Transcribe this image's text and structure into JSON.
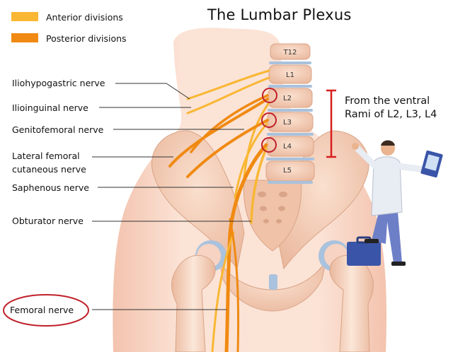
{
  "title": "The Lumbar Plexus",
  "legend": [
    {
      "label": "Anterior divisions",
      "color": "#f9b733"
    },
    {
      "label": "Posterior divisions",
      "color": "#f08a12"
    }
  ],
  "nerves": [
    {
      "label": "Iliohypogastric nerve"
    },
    {
      "label": "Ilioinguinal nerve"
    },
    {
      "label": "Genitofemoral nerve"
    },
    {
      "label": "Lateral femoral"
    },
    {
      "label": "cutaneous nerve"
    },
    {
      "label": "Saphenous nerve"
    },
    {
      "label": "Obturator nerve"
    },
    {
      "label": "Femoral nerve"
    }
  ],
  "vertebrae": [
    "T12",
    "L1",
    "L2",
    "L3",
    "L4",
    "L5"
  ],
  "annotation": {
    "line1": "From the ventral",
    "line2": "Rami of L2, L3, L4"
  },
  "colors": {
    "skin": "#f6d3c3",
    "bone": "#f4cdb5",
    "bracket": "#d81e1e",
    "highlight_circle": "#c0202a",
    "cartilage": "#a9c2dd",
    "doctor_coat": "#e8ecf3",
    "doctor_pants": "#6d7fc7"
  }
}
